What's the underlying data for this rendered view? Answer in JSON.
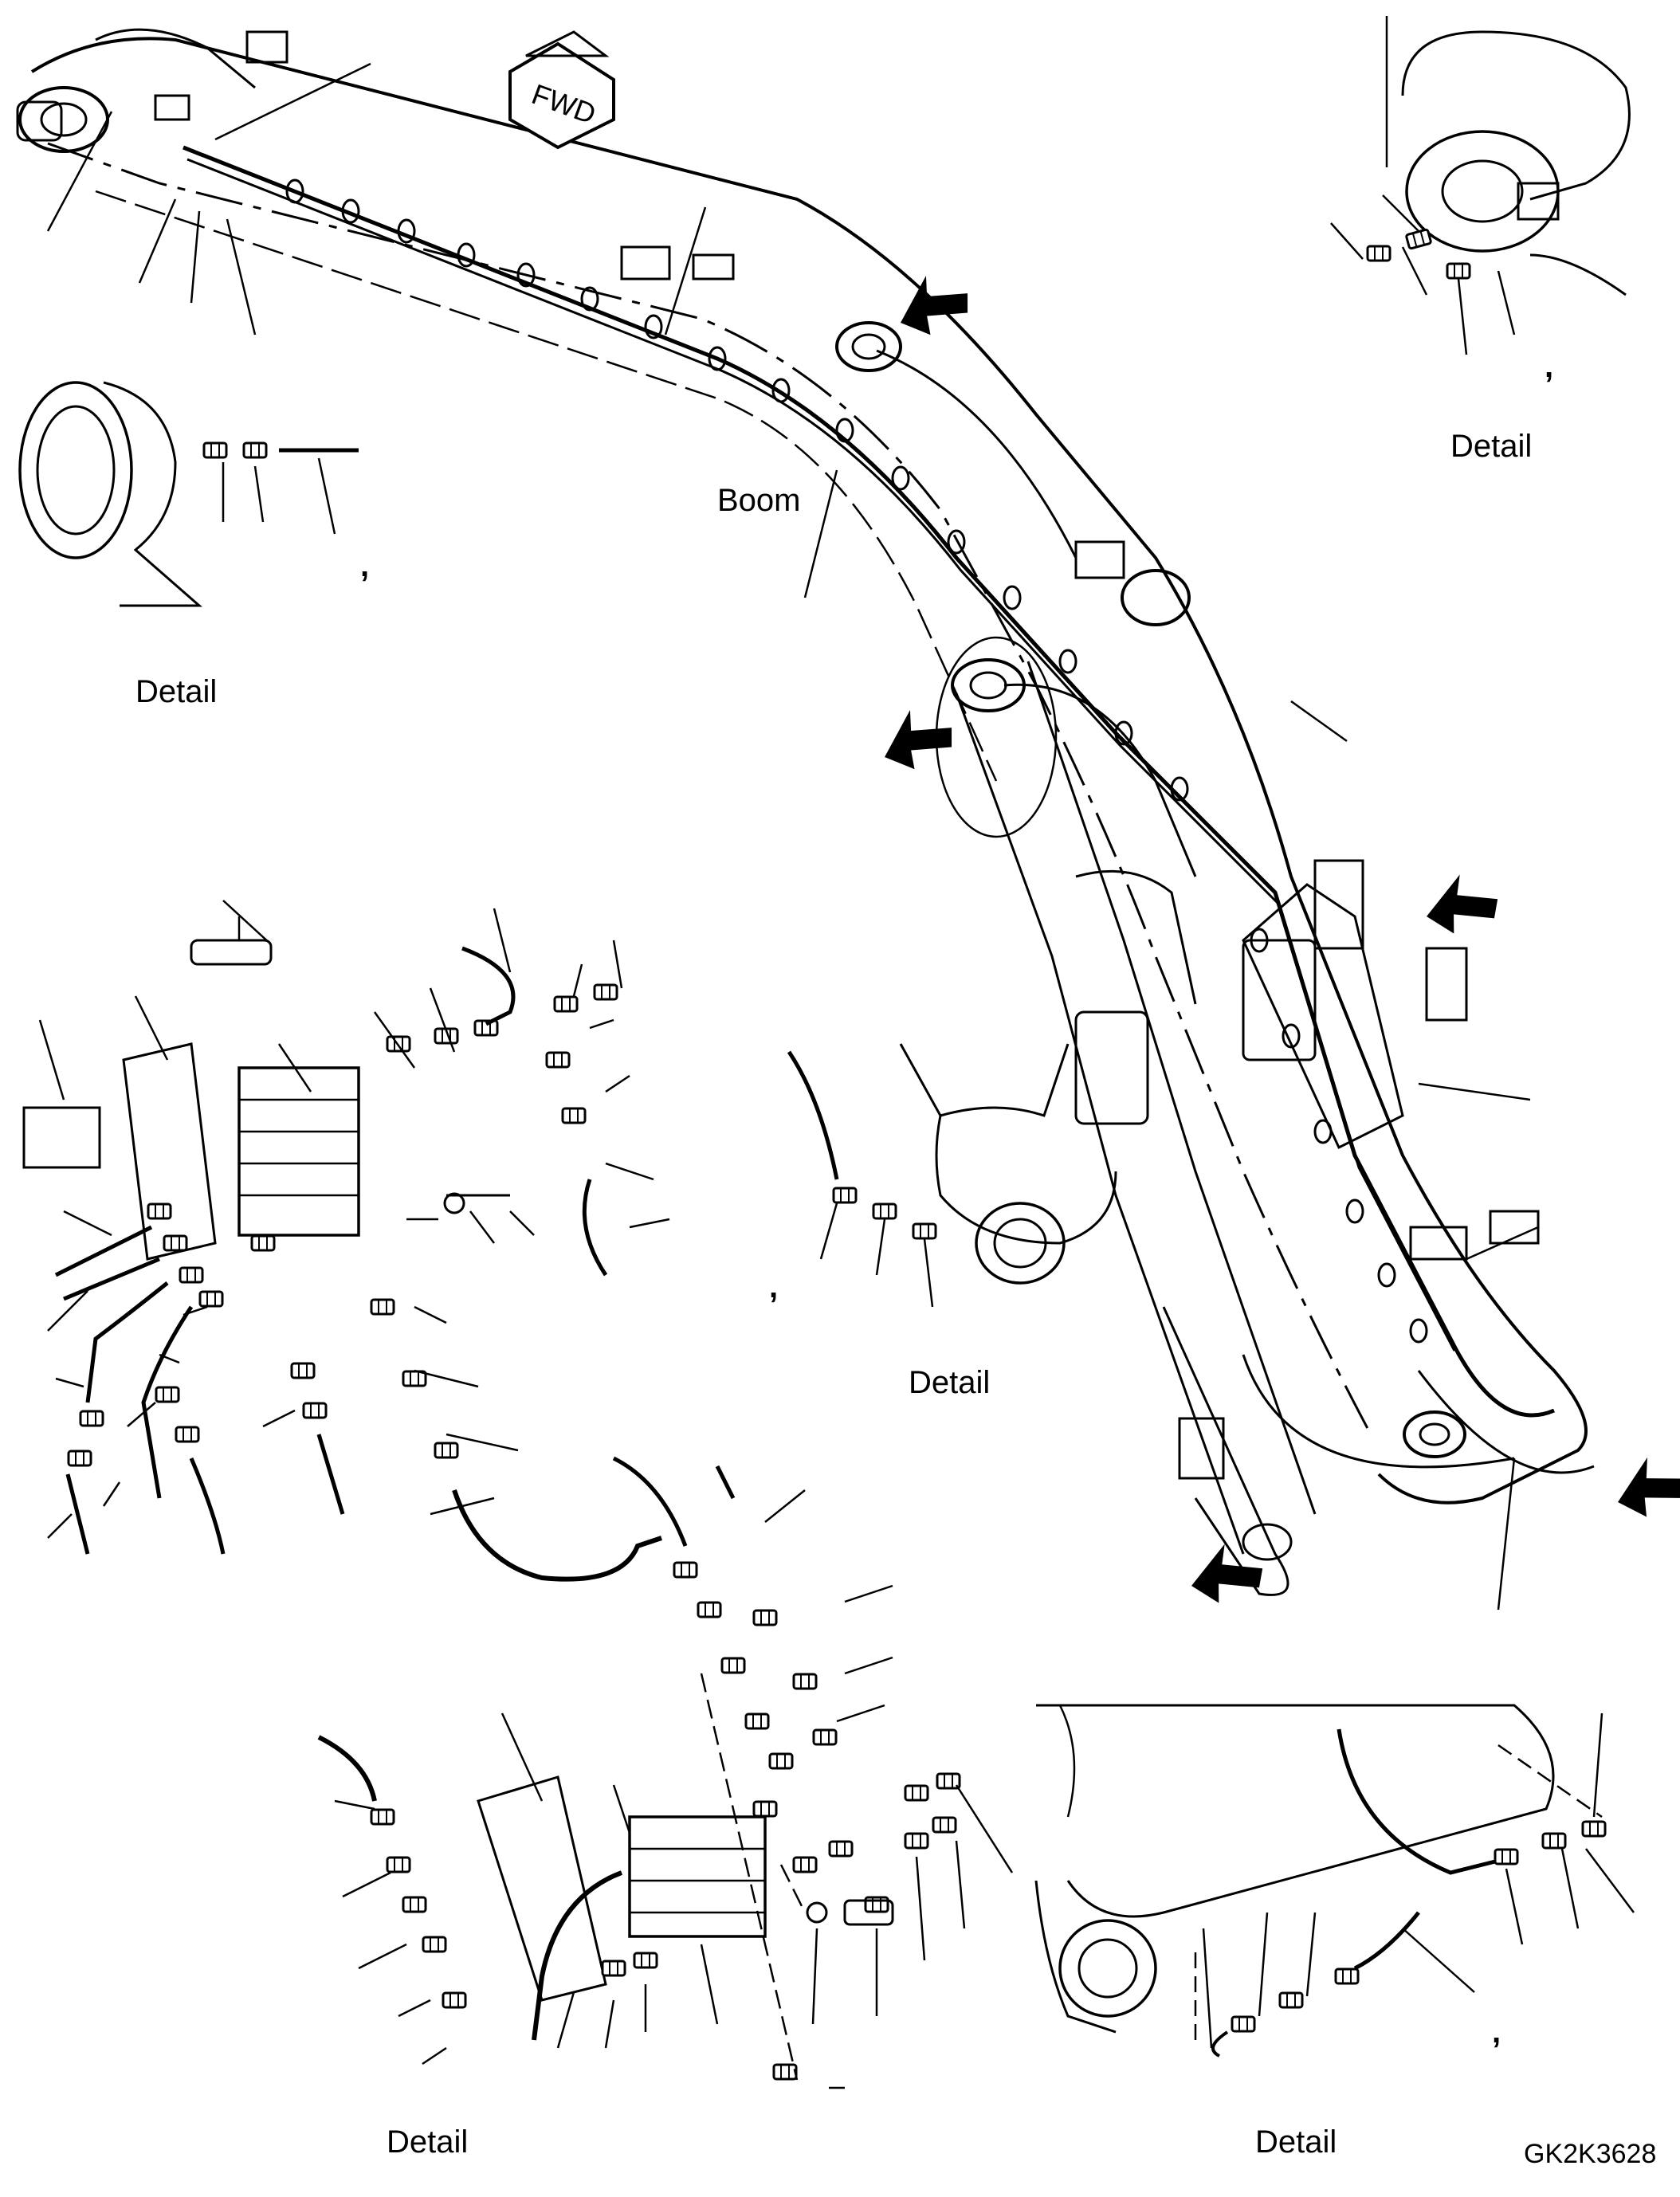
{
  "labels": {
    "boom": "Boom",
    "detail": "Detail",
    "fwd": "FWD",
    "drawing_code": "GK2K3628",
    "comma": ","
  },
  "colors": {
    "line": "#000000",
    "background": "#ffffff"
  },
  "icons": [
    "fwd-arrow-icon",
    "view-arrow-icon"
  ]
}
